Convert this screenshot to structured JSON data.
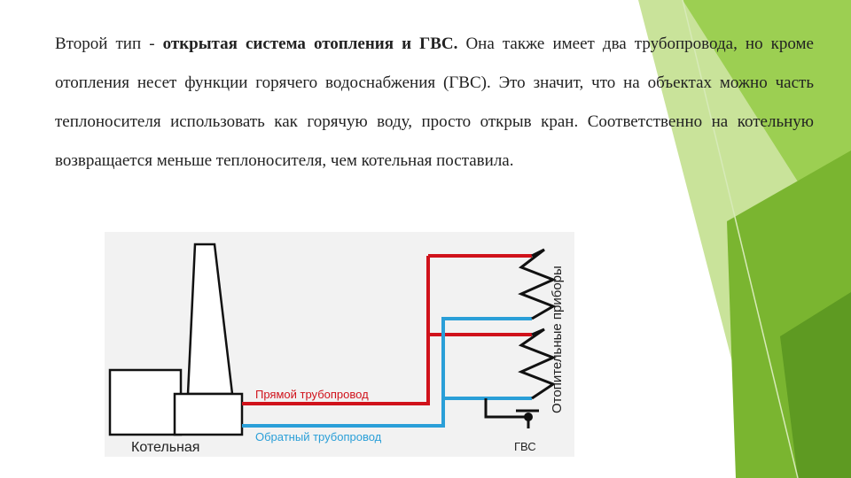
{
  "slide": {
    "paragraph": {
      "lead": "Второй тип -",
      "bold": "открытая система отопления и ГВС.",
      "rest": "Она также имеет два трубопровода, но кроме отопления несет функции горячего водоснабжения (ГВС). Это значит, что на объектах можно часть теплоносителя использовать как горячую воду, просто открыв кран. Соответственно на котельную возвращается меньше теплоносителя, чем котельная поставила."
    }
  },
  "diagram": {
    "boiler_label": "Котельная",
    "supply_label": "Прямой трубопровод",
    "return_label": "Обратный трубопровод",
    "radiators_label": "Отопительные приборы",
    "hot_water_label": "ГВС",
    "colors": {
      "supply": "#d0121b",
      "return": "#2a9fd8",
      "outline": "#111111",
      "background": "#f2f2f2",
      "accent_green": "#8dc63f"
    }
  }
}
